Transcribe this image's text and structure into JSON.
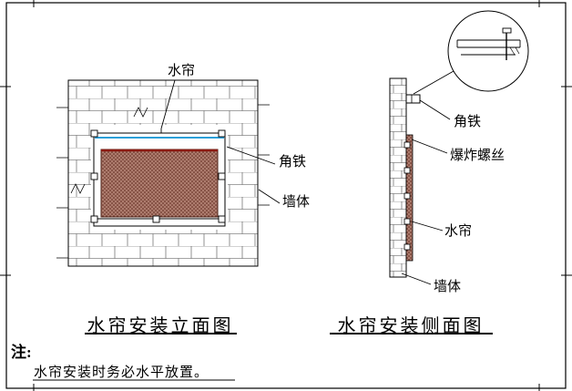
{
  "front_view": {
    "title": "水帘安装立面图",
    "labels": {
      "water_curtain": "水帘",
      "angle_iron": "角铁",
      "wall": "墙体"
    }
  },
  "side_view": {
    "title": "水帘安装侧面图",
    "labels": {
      "angle_iron": "角铁",
      "expansion_bolt": "爆炸螺丝",
      "water_curtain": "水帘",
      "wall": "墙体"
    }
  },
  "note": {
    "label": "注:",
    "text": "水帘安装时务必水平放置。"
  },
  "colors": {
    "line": "#000000",
    "panel_base": "#ad7c6e",
    "panel_dot": "#5a2418",
    "panel_edge": "#4a1d12",
    "top_rail_blue": "#2b9fd8",
    "top_rail_red": "#8b1a12"
  }
}
